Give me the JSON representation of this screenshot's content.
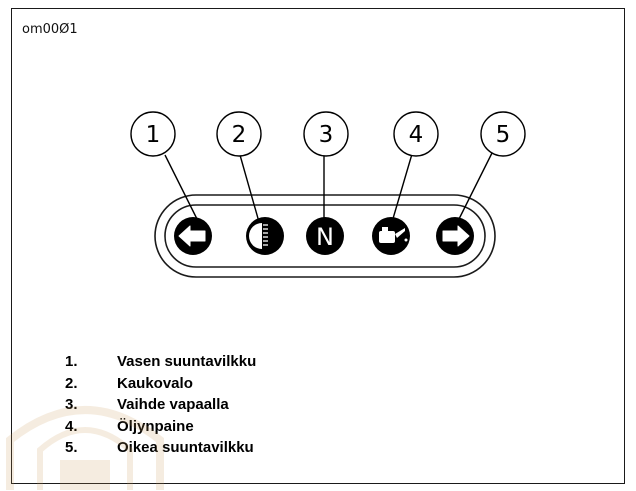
{
  "figure_code": "om00Ø1",
  "callouts": [
    "1",
    "2",
    "3",
    "4",
    "5"
  ],
  "indicators": [
    {
      "number": "1",
      "icon": "arrow-left-icon"
    },
    {
      "number": "2",
      "icon": "high-beam-icon"
    },
    {
      "number": "3",
      "icon": "neutral-icon",
      "glyph": "N"
    },
    {
      "number": "4",
      "icon": "oil-can-icon"
    },
    {
      "number": "5",
      "icon": "arrow-right-icon"
    }
  ],
  "legend": [
    {
      "number": "1.",
      "label": "Vasen suuntavilkku"
    },
    {
      "number": "2.",
      "label": "Kaukovalo"
    },
    {
      "number": "3.",
      "label": "Vaihde vapaalla"
    },
    {
      "number": "4.",
      "label": "Öljynpaine"
    },
    {
      "number": "5.",
      "label": "Oikea suuntavilkku"
    }
  ],
  "colors": {
    "ink": "#000000",
    "panel_stroke": "#1a1a1a",
    "watermark": "#c99b5a"
  }
}
